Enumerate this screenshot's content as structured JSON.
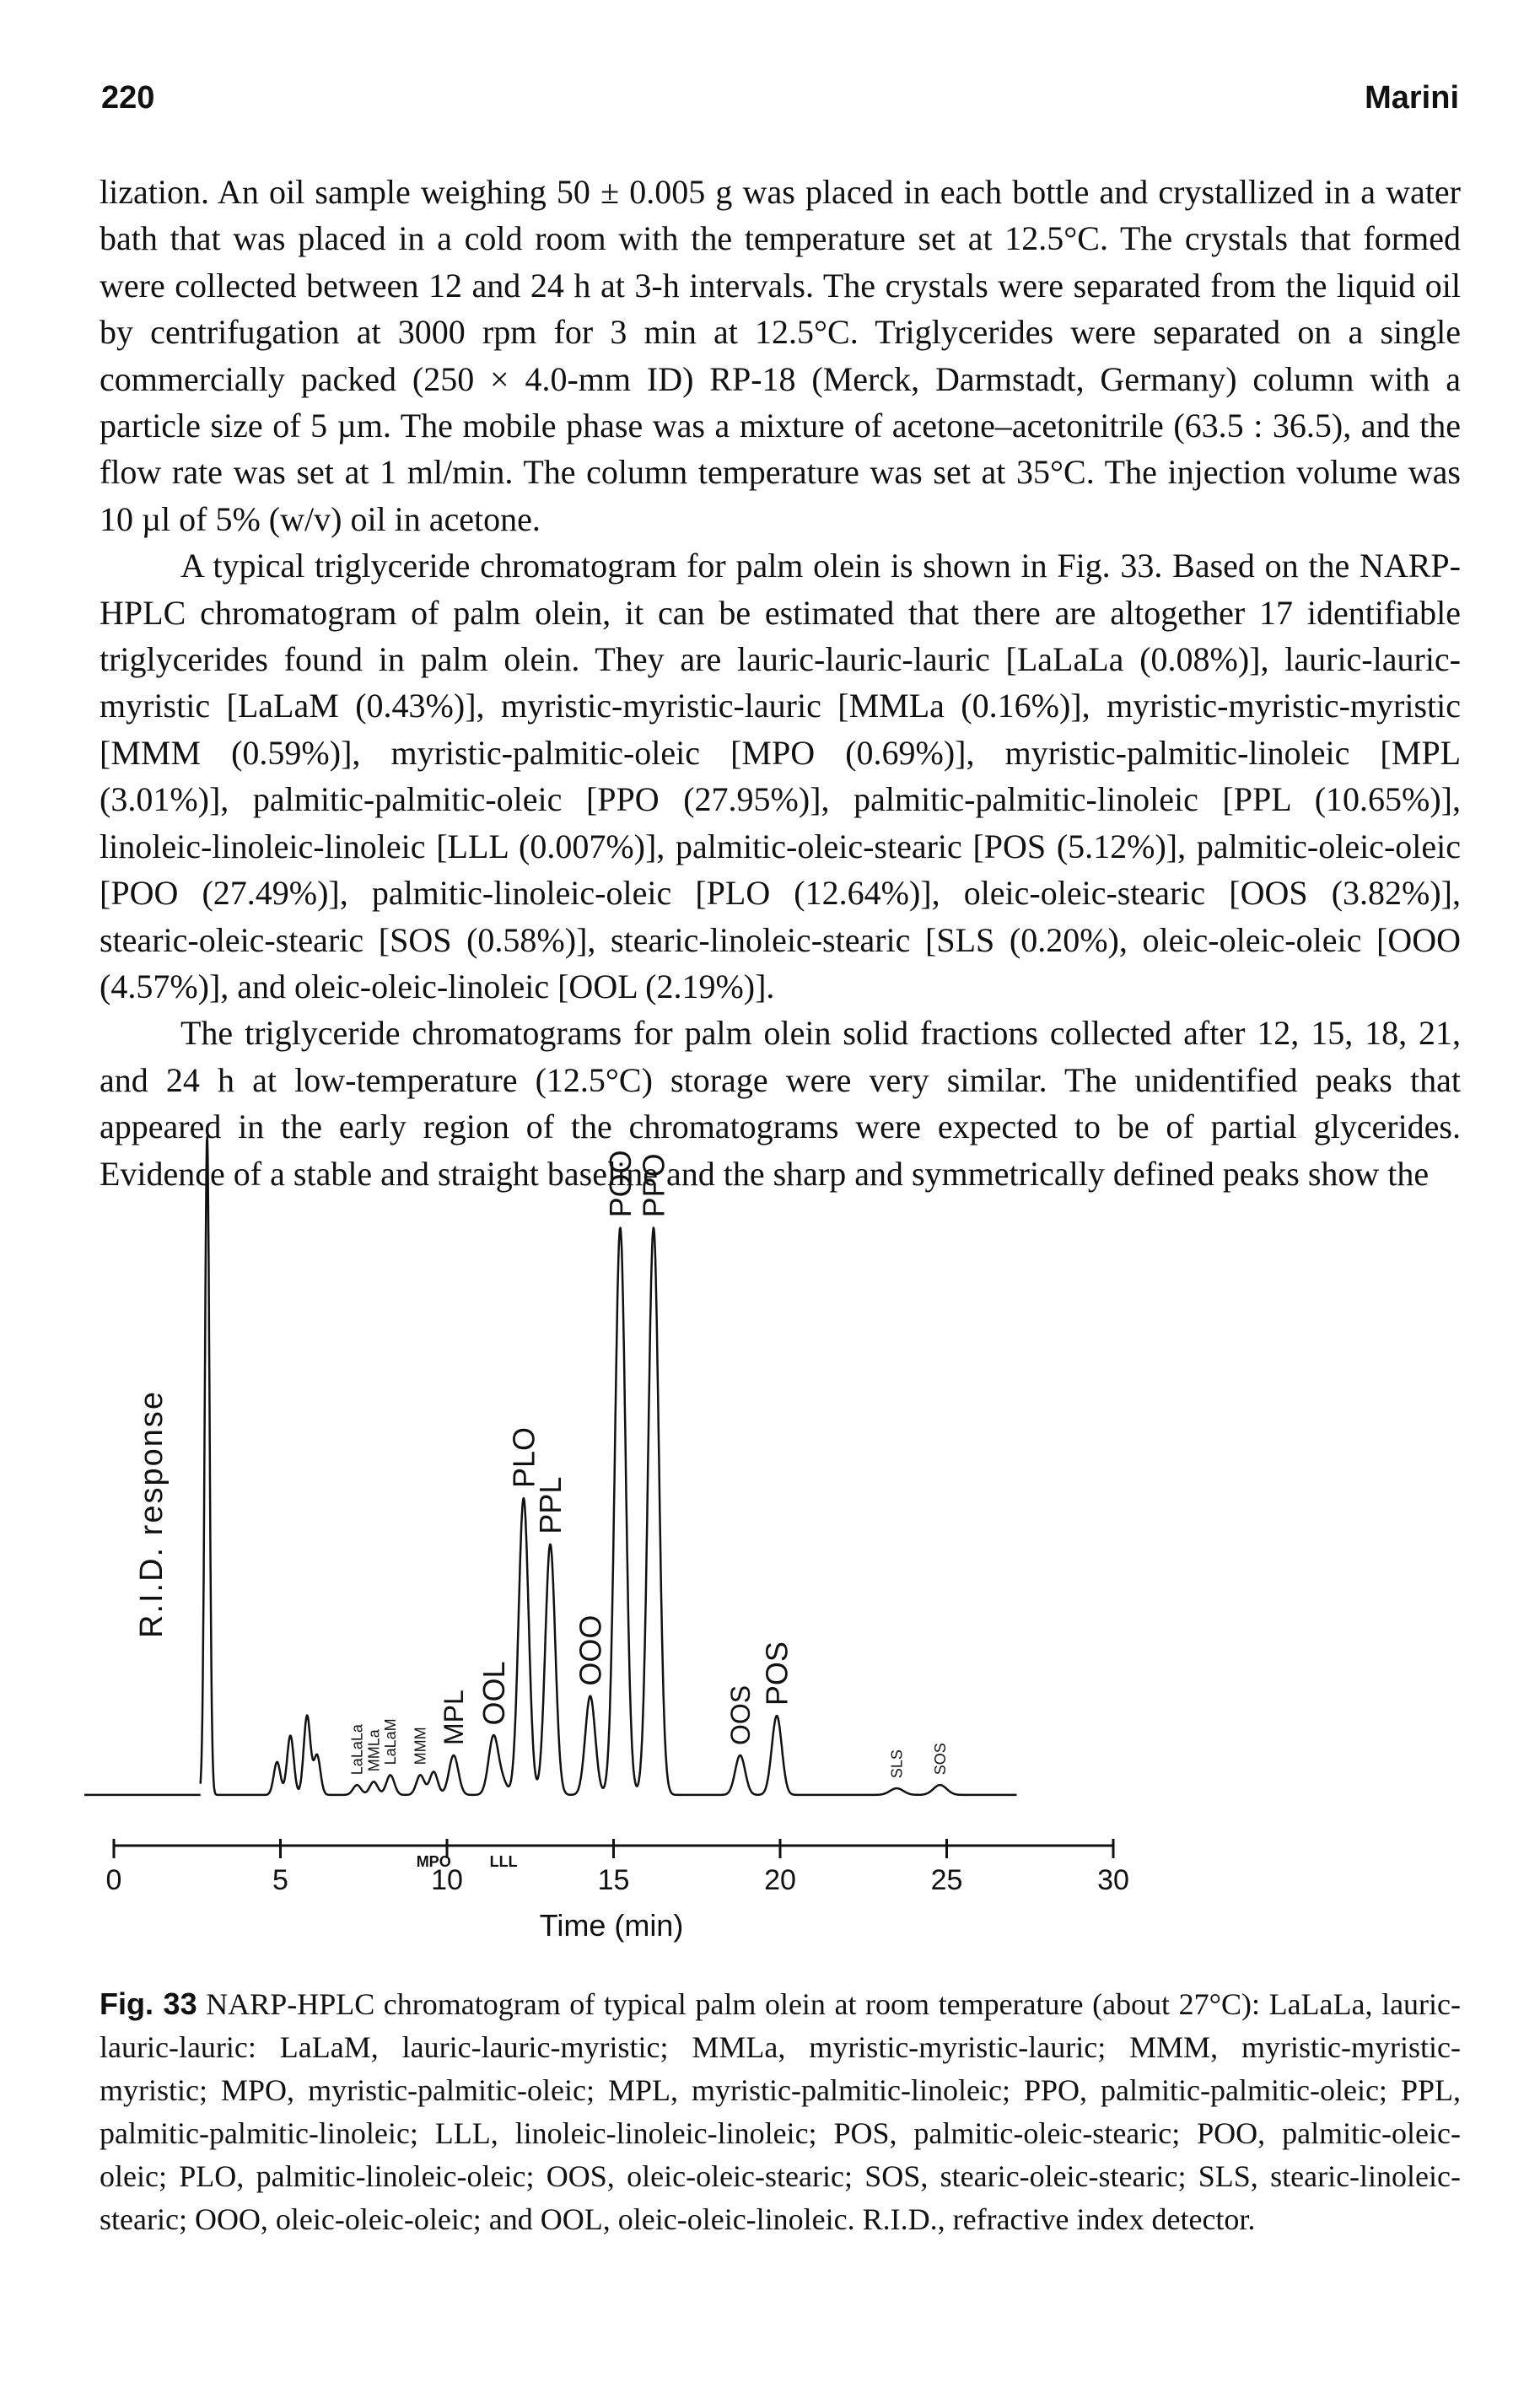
{
  "header": {
    "page_number": "220",
    "running_title": "Marini"
  },
  "paragraphs": [
    "lization. An oil sample weighing 50 ± 0.005 g was placed in each bottle and crystallized in a water bath that was placed in a cold room with the temperature set at 12.5°C. The crystals that formed were collected between 12 and 24 h at 3-h intervals. The crystals were separated from the liquid oil by centrifugation at 3000 rpm for 3 min at 12.5°C. Triglycerides were separated on a single commercially packed (250 × 4.0-mm ID) RP-18 (Merck, Darmstadt, Germany) column with a particle size of 5 µm. The mobile phase was a mixture of acetone–acetonitrile (63.5 : 36.5), and the flow rate was set at 1 ml/min. The column temperature was set at 35°C. The injection volume was 10 µl of 5% (w/v) oil in acetone.",
    "A typical triglyceride chromatogram for palm olein is shown in Fig. 33. Based on the NARP-HPLC chromatogram of palm olein, it can be estimated that there are altogether 17 identifiable triglycerides found in palm olein. They are lauric-lauric-lauric [LaLaLa (0.08%)], lauric-lauric-myristic [LaLaM (0.43%)], myristic-myristic-lauric [MMLa (0.16%)], myristic-myristic-myristic [MMM (0.59%)], myristic-palmitic-oleic [MPO (0.69%)], myristic-palmitic-linoleic [MPL (3.01%)], palmitic-palmitic-oleic [PPO (27.95%)], palmitic-palmitic-linoleic [PPL (10.65%)], linoleic-linoleic-linoleic [LLL (0.007%)], palmitic-oleic-stearic [POS (5.12%)], palmitic-oleic-oleic [POO (27.49%)], palmitic-linoleic-oleic [PLO (12.64%)], oleic-oleic-stearic [OOS (3.82%)], stearic-oleic-stearic [SOS (0.58%)], stearic-linoleic-stearic [SLS (0.20%), oleic-oleic-oleic [OOO (4.57%)], and oleic-oleic-linoleic [OOL (2.19%)].",
    "The triglyceride chromatograms for palm olein solid fractions collected after 12, 15, 18, 21, and 24 h at low-temperature (12.5°C) storage were very similar. The unidentified peaks that appeared in the early region of the chromatograms were expected to be of partial glycerides. Evidence of a stable and straight baseline and the sharp and symmetrically defined peaks show the"
  ],
  "figure": {
    "label": "Fig. 33",
    "caption": "NARP-HPLC chromatogram of typical palm olein at room temperature (about 27°C): LaLaLa, lauric-lauric-lauric: LaLaM, lauric-lauric-myristic; MMLa, myristic-myristic-lauric; MMM, myristic-myristic-myristic; MPO, myristic-palmitic-oleic; MPL, myristic-palmitic-linoleic; PPO, palmitic-palmitic-oleic; PPL, palmitic-palmitic-linoleic; LLL, linoleic-linoleic-linoleic; POS, palmitic-oleic-stearic; POO, palmitic-oleic-oleic; PLO, palmitic-linoleic-oleic; OOS, oleic-oleic-stearic; SOS, stearic-oleic-stearic; SLS, stearic-linoleic-stearic; OOO, oleic-oleic-oleic; and OOL, oleic-oleic-linoleic. R.I.D., refractive index detector."
  },
  "chart_data": {
    "type": "line",
    "title": "",
    "xlabel": "Time (min)",
    "ylabel": "R.I.D. response",
    "xlim": [
      0,
      30
    ],
    "ylim": [
      0,
      100
    ],
    "x_ticks": [
      "0",
      "5",
      "10",
      "15",
      "20",
      "25",
      "30"
    ],
    "grid": false,
    "legend": "none",
    "baseline": 5,
    "peaks": [
      {
        "name": "",
        "t": 2.8,
        "h": 100,
        "w": 0.07
      },
      {
        "name": "",
        "t": 4.9,
        "h": 5,
        "w": 0.1
      },
      {
        "name": "",
        "t": 5.3,
        "h": 9,
        "w": 0.1
      },
      {
        "name": "",
        "t": 5.8,
        "h": 12,
        "w": 0.1
      },
      {
        "name": "",
        "t": 6.1,
        "h": 6,
        "w": 0.1
      },
      {
        "name": "LaLaLa",
        "t": 7.3,
        "h": 1.5,
        "w": 0.12
      },
      {
        "name": "MMLa",
        "t": 7.8,
        "h": 2,
        "w": 0.12
      },
      {
        "name": "LaLaM",
        "t": 8.3,
        "h": 3,
        "w": 0.12
      },
      {
        "name": "MMM",
        "t": 9.2,
        "h": 3,
        "w": 0.12
      },
      {
        "name": "MPO",
        "t": 9.6,
        "h": 3.5,
        "w": 0.12
      },
      {
        "name": "MPL",
        "t": 10.2,
        "h": 6,
        "w": 0.14
      },
      {
        "name": "OOL",
        "t": 11.4,
        "h": 9,
        "w": 0.15
      },
      {
        "name": "LLL",
        "t": 11.7,
        "h": 1.5,
        "w": 0.12
      },
      {
        "name": "PLO",
        "t": 12.3,
        "h": 45,
        "w": 0.15
      },
      {
        "name": "PPL",
        "t": 13.1,
        "h": 38,
        "w": 0.15
      },
      {
        "name": "OOO",
        "t": 14.3,
        "h": 15,
        "w": 0.15
      },
      {
        "name": "POO",
        "t": 15.2,
        "h": 86,
        "w": 0.16
      },
      {
        "name": "PPO",
        "t": 16.2,
        "h": 86,
        "w": 0.16
      },
      {
        "name": "OOS",
        "t": 18.8,
        "h": 6,
        "w": 0.15
      },
      {
        "name": "POS",
        "t": 19.9,
        "h": 12,
        "w": 0.15
      },
      {
        "name": "SLS",
        "t": 23.5,
        "h": 1,
        "w": 0.2
      },
      {
        "name": "SOS",
        "t": 24.8,
        "h": 1.5,
        "w": 0.2
      }
    ]
  }
}
